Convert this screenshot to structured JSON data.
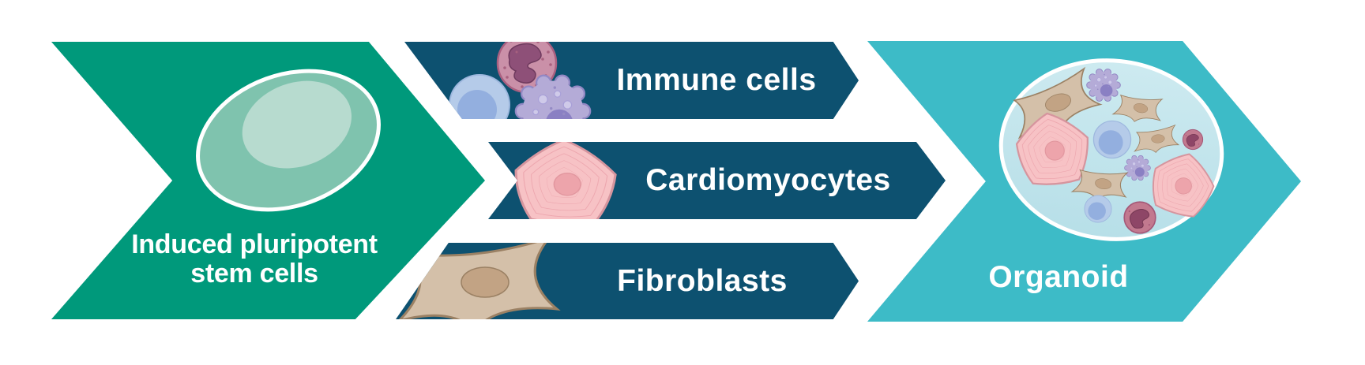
{
  "diagram": {
    "background": "#ffffff",
    "stages": {
      "ipsc": {
        "label": "Induced pluripotent stem cells",
        "line1": "Induced pluripotent",
        "line2": "stem cells",
        "color": "#00997b"
      },
      "immune": {
        "label": "Immune cells",
        "color": "#0d5170"
      },
      "cardiomyocytes": {
        "label": "Cardiomyocytes",
        "color": "#0d5170"
      },
      "fibroblasts": {
        "label": "Fibroblasts",
        "color": "#0d5170"
      },
      "organoid": {
        "label": "Organoid",
        "color": "#3dbbc7"
      }
    },
    "palette": {
      "green": "#00997b",
      "navy": "#0d5170",
      "teal": "#3dbbc7",
      "label_text": "#ffffff",
      "stem_cell_body": "#7fc3ae",
      "stem_cell_nucleus": "#b7dbcf",
      "organoid_fill_top": "#cdeaf0",
      "organoid_fill_bottom": "#b7dfe8",
      "fibroblast_body": "#d4c0a9",
      "fibroblast_outline": "#9b8164",
      "fibroblast_nucleus": "#c2a384",
      "cardiomyocyte_body": "#f7c2c5",
      "cardiomyocyte_outline": "#d6959e",
      "cardiomyocyte_nucleus": "#eda4ab",
      "lymphocyte_outer": "#b5cbe9",
      "lymphocyte_inner": "#93afdf",
      "macrophage_body": "#b4abd7",
      "macrophage_nucleus": "#8a80c3",
      "eosinophil_body": "#ca90a8",
      "eosinophil_nucleus": "#8e5078",
      "plum_cell_body": "#c2798f",
      "plum_cell_nucleus": "#8e4667"
    }
  }
}
